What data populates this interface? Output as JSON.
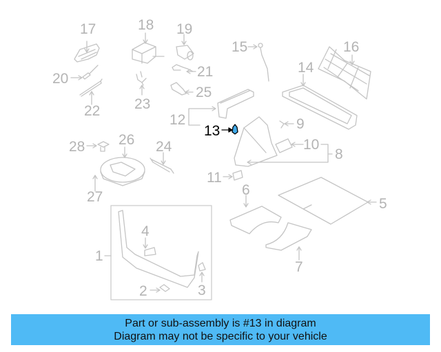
{
  "diagram": {
    "highlighted_part": "13",
    "colors": {
      "line": "#c4c4c4",
      "label": "#b4b4b4",
      "highlight_label": "#000000",
      "highlight_part": "#3fa9e8",
      "banner_bg": "#4fbaf5"
    },
    "callouts": [
      {
        "id": "1",
        "label": "1"
      },
      {
        "id": "2",
        "label": "2"
      },
      {
        "id": "3",
        "label": "3"
      },
      {
        "id": "4",
        "label": "4"
      },
      {
        "id": "5",
        "label": "5"
      },
      {
        "id": "6",
        "label": "6"
      },
      {
        "id": "7",
        "label": "7"
      },
      {
        "id": "8",
        "label": "8"
      },
      {
        "id": "9",
        "label": "9"
      },
      {
        "id": "10",
        "label": "10"
      },
      {
        "id": "11",
        "label": "11"
      },
      {
        "id": "12",
        "label": "12"
      },
      {
        "id": "13",
        "label": "13"
      },
      {
        "id": "14",
        "label": "14"
      },
      {
        "id": "15",
        "label": "15"
      },
      {
        "id": "16",
        "label": "16"
      },
      {
        "id": "17",
        "label": "17"
      },
      {
        "id": "18",
        "label": "18"
      },
      {
        "id": "19",
        "label": "19"
      },
      {
        "id": "20",
        "label": "20"
      },
      {
        "id": "21",
        "label": "21"
      },
      {
        "id": "22",
        "label": "22"
      },
      {
        "id": "23",
        "label": "23"
      },
      {
        "id": "24",
        "label": "24"
      },
      {
        "id": "25",
        "label": "25"
      },
      {
        "id": "26",
        "label": "26"
      },
      {
        "id": "27",
        "label": "27"
      },
      {
        "id": "28",
        "label": "28"
      }
    ]
  },
  "banner": {
    "line1": "Part or sub-assembly is #13 in diagram",
    "line2": "Diagram may not be specific to your vehicle"
  }
}
